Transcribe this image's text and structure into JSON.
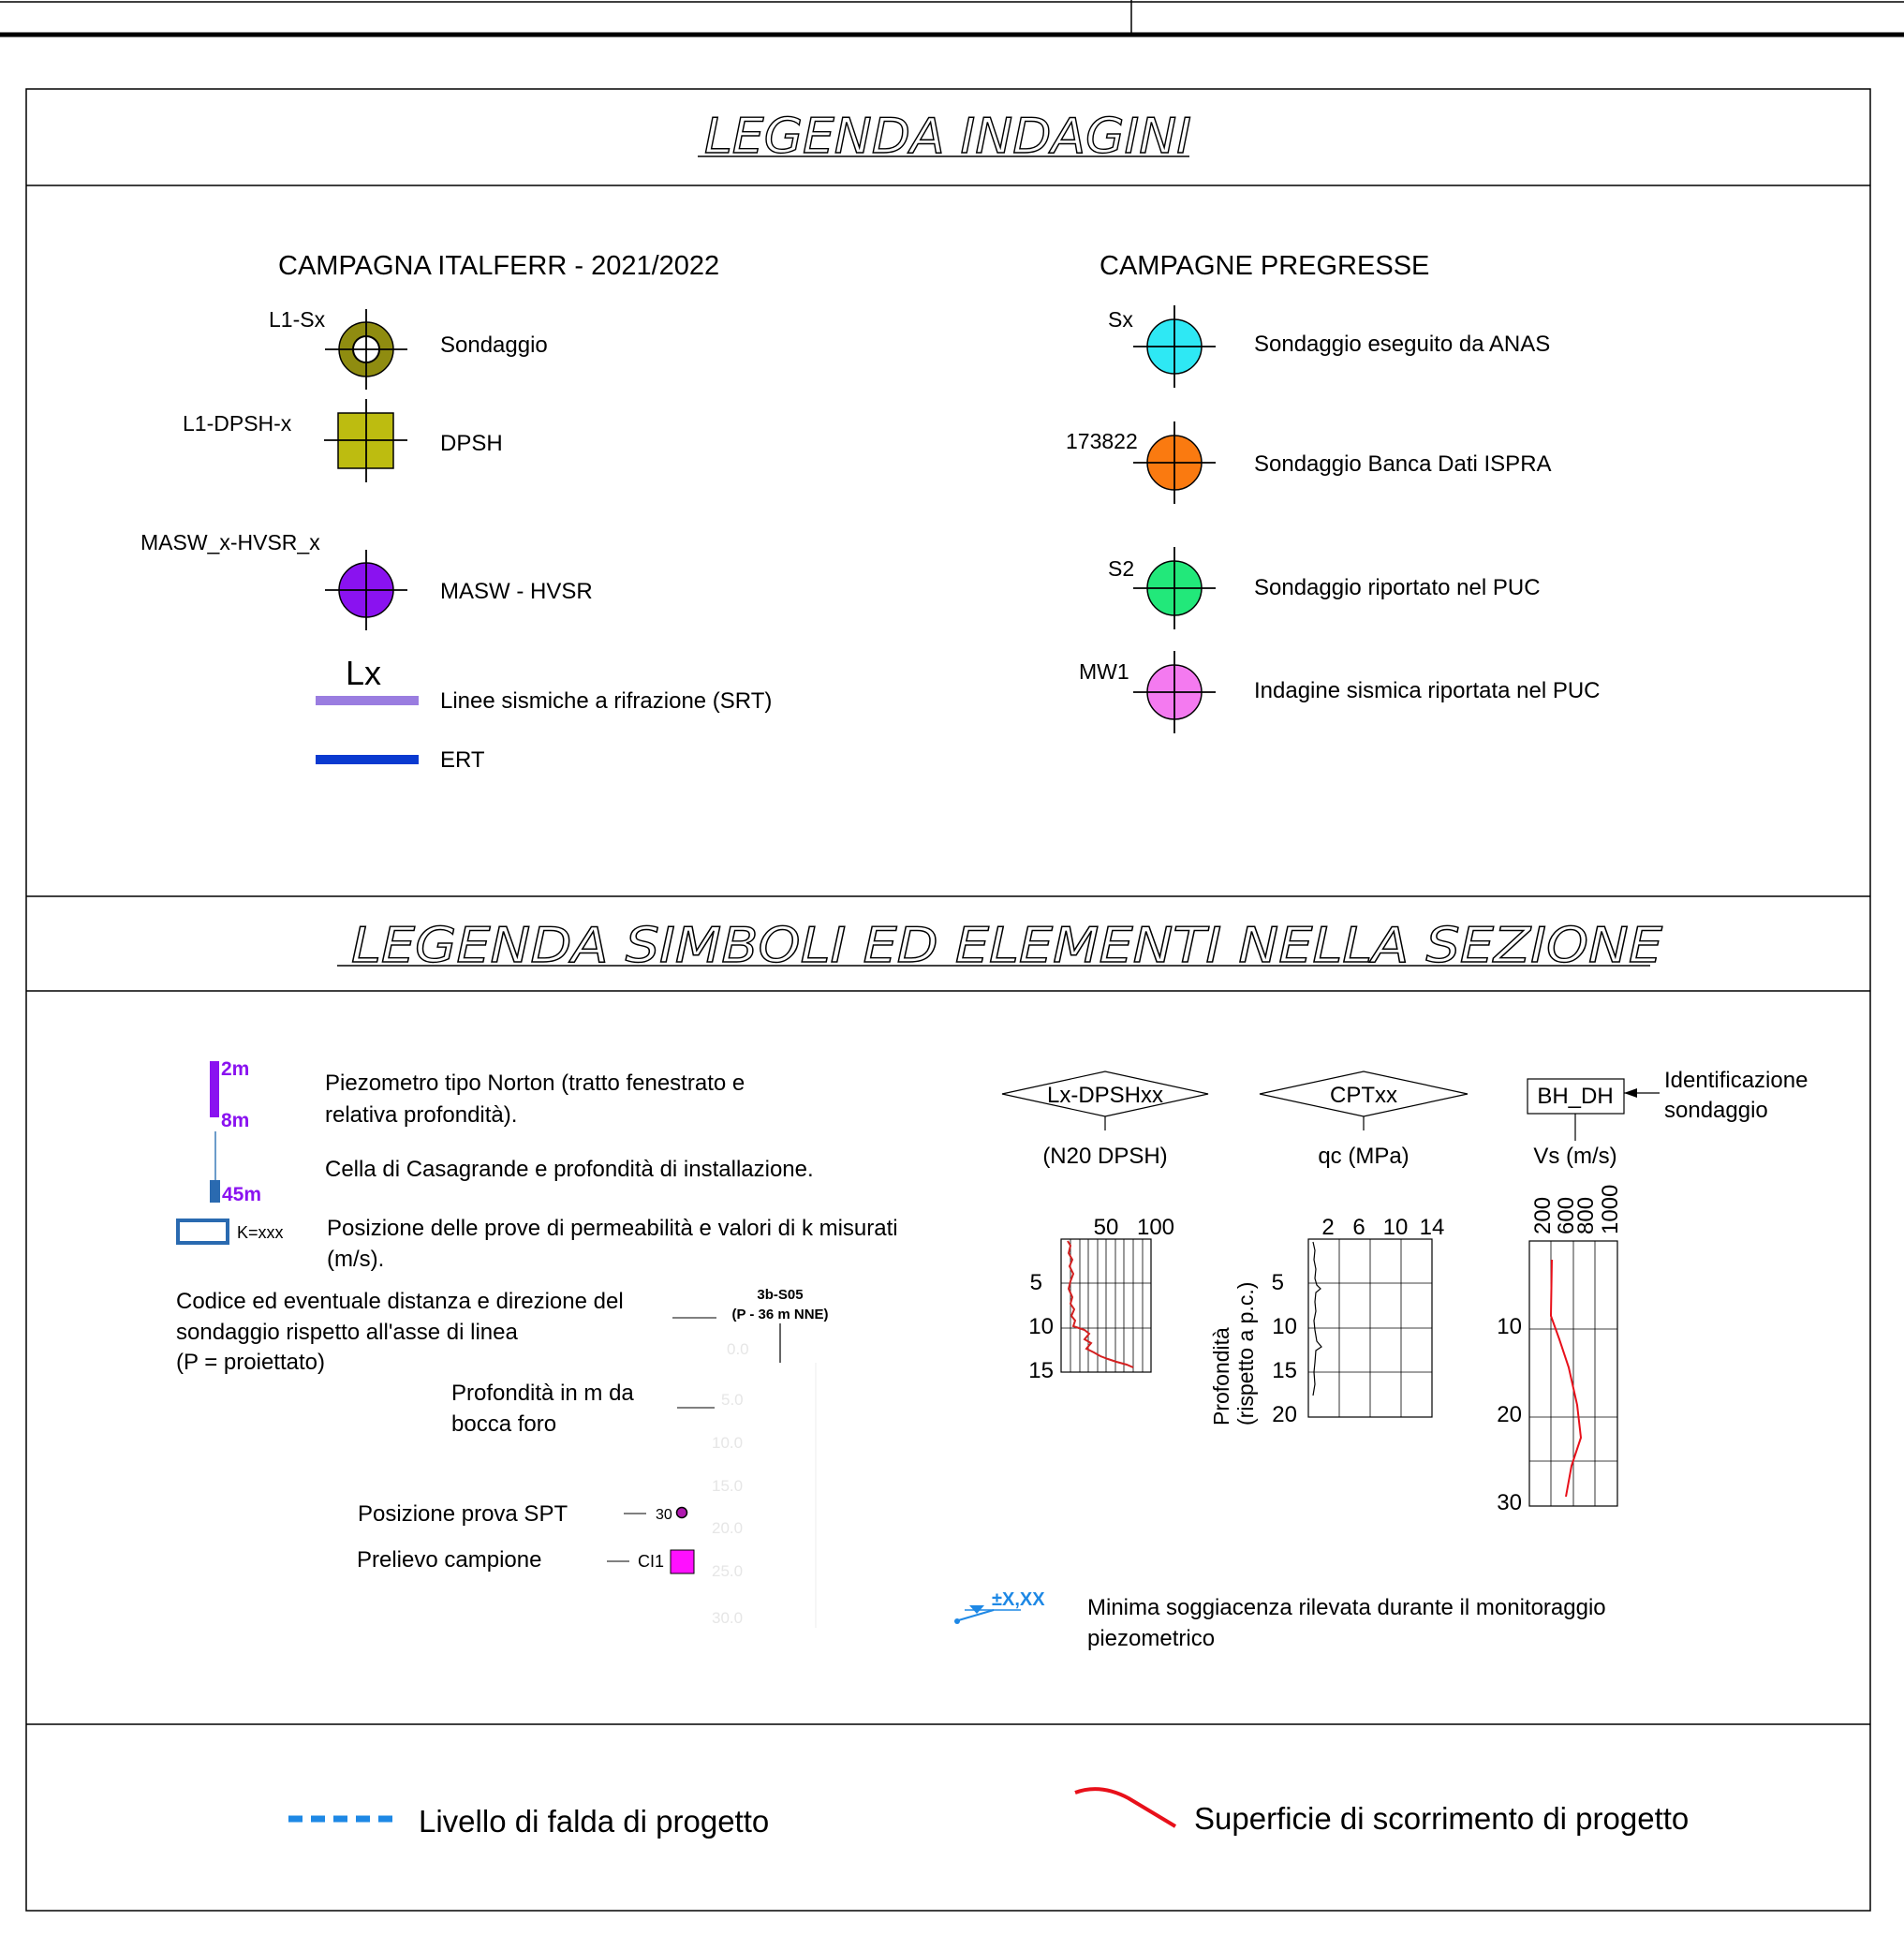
{
  "titles": {
    "investigations": "LEGENDA  INDAGINI",
    "symbols": "LEGENDA  SIMBOLI  ED  ELEMENTI  NELLA  SEZIONE"
  },
  "campaign_new": {
    "heading": "CAMPAGNA ITALFERR - 2021/2022",
    "items": [
      {
        "tag": "L1-Sx",
        "label": "Sondaggio",
        "color": "#8f8c10"
      },
      {
        "tag": "L1-DPSH-x",
        "label": "DPSH",
        "color": "#bdbc10"
      },
      {
        "tag": "MASW_x-HVSR_x",
        "label": "MASW - HVSR",
        "color": "#8a12f0"
      },
      {
        "tag": "Lx",
        "label": "Linee sismiche a rifrazione (SRT)",
        "color": "#9a7de0"
      },
      {
        "tag": "",
        "label": "ERT",
        "color": "#0a3ad0"
      }
    ]
  },
  "campaign_old": {
    "heading": "CAMPAGNE PREGRESSE",
    "items": [
      {
        "tag": "Sx",
        "label": "Sondaggio eseguito da ANAS",
        "color": "#2ee8f4"
      },
      {
        "tag": "173822",
        "label": "Sondaggio Banca Dati ISPRA",
        "color": "#fa7a10"
      },
      {
        "tag": "S2",
        "label": "Sondaggio riportato nel PUC",
        "color": "#22e87a"
      },
      {
        "tag": "MW1",
        "label": "Indagine sismica riportata nel PUC",
        "color": "#f47af0"
      }
    ]
  },
  "symbols": {
    "piezometer": {
      "top": "2m",
      "bottom": "8m",
      "label": "Piezometro tipo Norton (tratto fenestrato e",
      "label2": "relativa profondità)."
    },
    "casagrande": {
      "depth": "45m",
      "label": "Cella di Casagrande e profondità di installazione."
    },
    "permeability": {
      "value": "K=xxx",
      "label": "Posizione delle prove di permeabilità  e valori di k misurati",
      "label2": "(m/s)."
    },
    "code": {
      "label": "Codice ed eventuale distanza e direzione del",
      "label2": "sondaggio rispetto all'asse di linea",
      "label3": "(P = proiettato)",
      "name": "3b-S05",
      "detail": "(P - 36 m NNE)"
    },
    "depth": {
      "label": "Profondità in m da",
      "label2": "bocca foro",
      "ticks": [
        "0.0",
        "5.0",
        "10.0",
        "15.0",
        "20.0",
        "25.0",
        "30.0"
      ]
    },
    "spt": {
      "label": "Posizione prova SPT",
      "value": "30"
    },
    "sample": {
      "label": "Prelievo campione",
      "value": "CI1"
    },
    "water_min": {
      "value": "±X,XX",
      "label": "Minima soggiacenza rilevata durante il monitoraggio",
      "label2": "piezometrico"
    },
    "dpsh": {
      "name": "Lx-DPSHxx",
      "unit": "(N20 DPSH)",
      "x_ticks": [
        "50",
        "100"
      ],
      "y_ticks": [
        "5",
        "10",
        "15"
      ]
    },
    "cpt": {
      "name": "CPTxx",
      "unit": "qc (MPa)",
      "x_ticks": [
        "2",
        "6",
        "10",
        "14"
      ],
      "y_ticks": [
        "5",
        "10",
        "15",
        "20"
      ],
      "y_label": "Profondità",
      "y_label2": "(rispetto a p.c.)"
    },
    "dh": {
      "name": "BH_DH",
      "unit": "Vs (m/s)",
      "id_label": "Identificazione",
      "id_label2": "sondaggio",
      "x_ticks": [
        "200",
        "600",
        "800",
        "1000"
      ],
      "y_ticks": [
        "10",
        "20",
        "30"
      ]
    }
  },
  "footer": {
    "water_level": "Livello di falda di progetto",
    "slip_surface": "Superficie di scorrimento di progetto"
  },
  "colors": {
    "water": "#1e88e5",
    "slip": "#e8101a",
    "profile": "#d42020",
    "sample": "#ff10ff",
    "spt": "#b01ab0"
  }
}
